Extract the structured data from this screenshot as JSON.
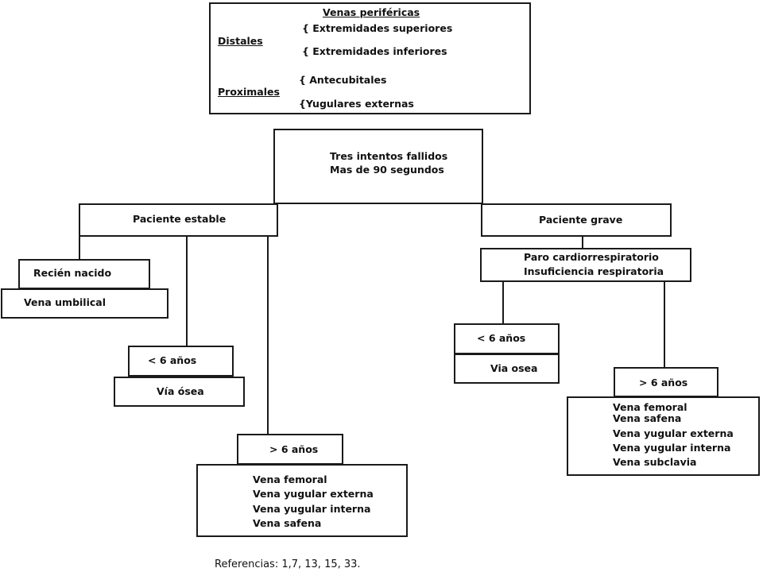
{
  "top_box": {
    "title": "Venas periféricas",
    "distal_label": "Distales",
    "distal_items": [
      "{ Extremidades superiores",
      "{ Extremidades inferiores"
    ],
    "proximal_label": "Proximales",
    "proximal_items": [
      "{ Antecubitales",
      "{Yugulares externas"
    ]
  },
  "criteria_box": {
    "lines": [
      "Tres intentos fallidos",
      "Mas de 90 segundos"
    ]
  },
  "stable": {
    "label": "Paciente estable",
    "newborn": {
      "label": "Recién nacido",
      "route": "Vena umbilical"
    },
    "under6": {
      "label": "< 6 años",
      "route": "Vía ósea"
    },
    "over6": {
      "label": "> 6 años",
      "routes": [
        "Vena femoral",
        "Vena yugular externa",
        "Vena yugular interna",
        "Vena safena"
      ]
    }
  },
  "grave": {
    "label": "Paciente grave",
    "condition_lines": [
      "Paro cardiorrespiratorio",
      "Insuficiencia respiratoria"
    ],
    "under6": {
      "label": "< 6 años",
      "route": "Via osea"
    },
    "over6": {
      "label": "> 6 años",
      "routes": [
        "Vena femoral",
        "Vena safena",
        "Vena yugular externa",
        "Vena yugular interna",
        "Vena subclavia"
      ]
    }
  },
  "references": "Referencias: 1,7, 13, 15, 33."
}
